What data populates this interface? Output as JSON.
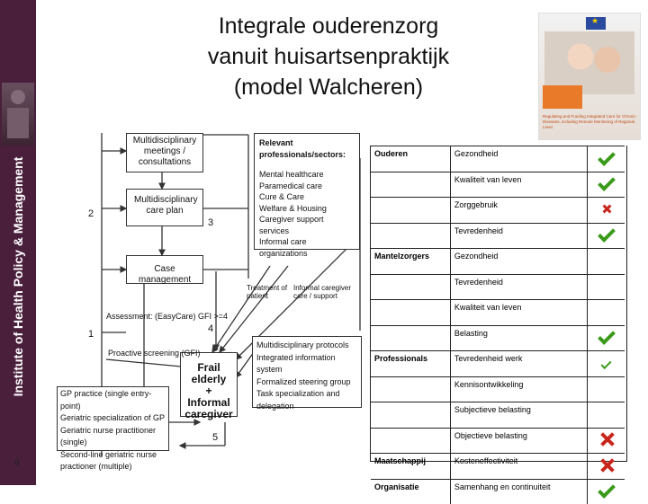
{
  "sidebar": {
    "institute": "Institute of Health Policy & Management"
  },
  "slide": {
    "page_number": "9",
    "title_lines": [
      "Integrale ouderenzorg",
      "vanuit huisartsenpraktijk",
      "(model Walcheren)"
    ]
  },
  "diagram": {
    "meetings": "Multidisciplinary meetings / consultations",
    "care_plan": "Multidisciplinary care plan",
    "case_mgmt": "Case management",
    "frail": [
      "Frail elderly",
      "+",
      "Informal",
      "caregiver"
    ],
    "gp_box": [
      "GP practice (single entry-point)",
      "Geriatric specialization of GP",
      "Geriatric nurse practitioner (single)",
      "Second-line geriatric nurse",
      "practioner (multiple)"
    ],
    "relevant_title": "Relevant professionals/sectors:",
    "relevant_items": [
      "Mental healthcare",
      "Paramedical care",
      "Cure & Care",
      "Welfare & Housing",
      "Caregiver support services",
      "Informal care organizations"
    ],
    "protocols": [
      "Multidisciplinary protocols",
      "Integrated information system",
      "Formalized steering group",
      "Task specialization and",
      "delegation"
    ],
    "assessment": "Assessment: (EasyCare) GFI >=4",
    "screening": "Proactive screening (GFI)",
    "treatment": [
      "Treatment of",
      "patient"
    ],
    "informal_support": [
      "Informal caregiver",
      "care / support"
    ],
    "numbers": [
      "1",
      "2",
      "3",
      "4",
      "5"
    ]
  },
  "cover": {
    "caption": "Regulating and Funding Integrated Care for Chronic Diseases, including Remote Monitoring of Regional Level"
  },
  "evaluation": {
    "rows": [
      {
        "group": "Ouderen",
        "item": "Gezondheid",
        "mark": "check"
      },
      {
        "group": "",
        "item": "Kwaliteit van leven",
        "mark": "check"
      },
      {
        "group": "",
        "item": "Zorggebruik",
        "mark": "cross-small"
      },
      {
        "group": "",
        "item": "Tevredenheid",
        "mark": "check"
      },
      {
        "group": "Mantelzorgers",
        "item": "Gezondheid",
        "mark": ""
      },
      {
        "group": "",
        "item": "Tevredenheid",
        "mark": ""
      },
      {
        "group": "",
        "item": "Kwaliteit van leven",
        "mark": ""
      },
      {
        "group": "",
        "item": "Belasting",
        "mark": "check"
      },
      {
        "group": "Professionals",
        "item": "Tevredenheid werk",
        "mark": "check-small"
      },
      {
        "group": "",
        "item": "Kennisontwikkeling",
        "mark": ""
      },
      {
        "group": "",
        "item": "Subjectieve belasting",
        "mark": ""
      },
      {
        "group": "",
        "item": "Objectieve belasting",
        "mark": "cross"
      },
      {
        "group": "Maatschappij",
        "item": "Kosteneffectiviteit",
        "mark": "cross"
      },
      {
        "group": "Organisatie",
        "item": "Samenhang en continuiteit",
        "mark": "check"
      }
    ]
  }
}
